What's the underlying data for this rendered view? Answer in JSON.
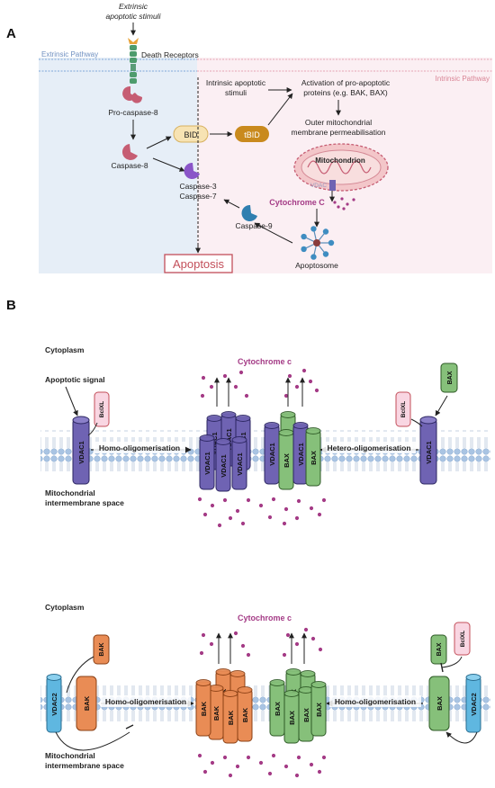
{
  "panel_a": {
    "letter": "A",
    "extrinsic_stimuli": "Extrinsic apoptotic stimuli",
    "extrinsic_pathway": "Extrinsic Pathway",
    "intrinsic_pathway": "Intrinsic Pathway",
    "death_receptors": "Death Receptors",
    "pro_caspase8": "Pro-caspase-8",
    "caspase8": "Caspase-8",
    "bid": "BID",
    "tbid": "tBID",
    "intrinsic_stimuli_1": "Intrinsic apoptotic",
    "intrinsic_stimuli_2": "stimuli",
    "activation_1": "Activation of pro-apoptotic",
    "activation_2": "proteins (e.g. BAK, BAX)",
    "outer_1": "Outer mitochondrial",
    "outer_2": "membrane permeabilisation",
    "mitochondrion": "Mitochondrion",
    "vdac": "VDAC",
    "cytochrome_c": "Cytochrome C",
    "caspase3": "Caspase-3",
    "caspase7": "Caspase-7",
    "caspase9": "Caspase-9",
    "apoptosome": "Apoptosome",
    "apoptosis": "Apoptosis"
  },
  "panel_b": {
    "letter": "B",
    "top": {
      "cytoplasm": "Cytoplasm",
      "apoptotic_signal": "Apoptotic signal",
      "cytochrome_c": "Cytochrome c",
      "homo": "Homo-oligomerisation",
      "hetero": "Hetero-oligomerisation",
      "ims_1": "Mitochondrial",
      "ims_2": "intermembrane space",
      "vdac1": "VDAC1",
      "bclxl": "BclXL",
      "bax": "BAX"
    },
    "bottom": {
      "cytoplasm": "Cytoplasm",
      "cytochrome_c": "Cytochrome c",
      "homo_left": "Homo-oligomerisation",
      "homo_right": "Homo-oligomerisation",
      "ims_1": "Mitochondrial",
      "ims_2": "intermembrane space",
      "vdac2": "VDAC2",
      "bak": "BAK",
      "bax": "BAX",
      "bclxl": "BclXL"
    }
  },
  "colors": {
    "extrinsic_bg": "#e6eef7",
    "intrinsic_bg": "#fbeff3",
    "vdac": "#6f63b3",
    "bax": "#86c07a",
    "bak": "#e98c55",
    "vdac2": "#5fb7e0",
    "cyto": "#a43b86",
    "apoptosis": "#c34f5a"
  }
}
